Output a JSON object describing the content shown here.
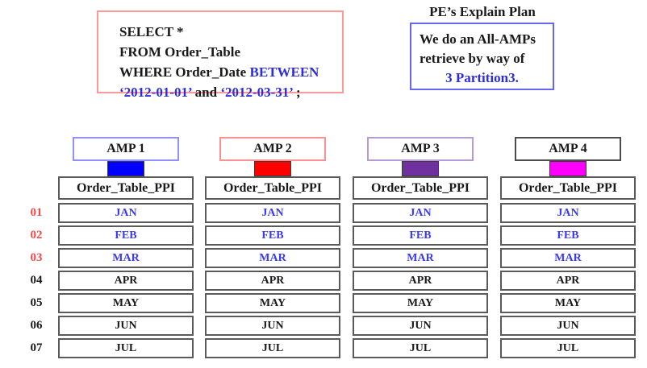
{
  "colors": {
    "blue_text": "#2d2de0",
    "month_blue": "#3a3aee",
    "row_red": "#f24a4a",
    "black_text": "#1a1a1a",
    "sql_box_border": "#ff9898",
    "pe_box_border": "#6666f5",
    "table_border": "#5a5a5a"
  },
  "sql_box": {
    "line1": "SELECT *",
    "line2": "FROM Order_Table",
    "line3_text": "WHERE Order_Date ",
    "line3_keyword": "BETWEEN",
    "line4_date1": "‘2012-01-01’",
    "line4_and": " and ",
    "line4_date2": "‘2012-03-31’",
    "line4_end": " ;"
  },
  "explain_plan": {
    "title": "PE’s Explain Plan",
    "line1": "We do an All-AMPs",
    "line2": "retrieve by way of",
    "line3": "3 Partition3."
  },
  "row_numbers": [
    {
      "label": "01",
      "color": "#f24a4a"
    },
    {
      "label": "02",
      "color": "#f24a4a"
    },
    {
      "label": "03",
      "color": "#f24a4a"
    },
    {
      "label": "04",
      "color": "#1a1a1a"
    },
    {
      "label": "05",
      "color": "#1a1a1a"
    },
    {
      "label": "06",
      "color": "#1a1a1a"
    },
    {
      "label": "07",
      "color": "#1a1a1a"
    }
  ],
  "amps": [
    {
      "name": "AMP 1",
      "border": "#9090ff",
      "connector": "#0000ff"
    },
    {
      "name": "AMP 2",
      "border": "#ff9090",
      "connector": "#ff0000"
    },
    {
      "name": "AMP 3",
      "border": "#b799d3",
      "connector": "#7030a0"
    },
    {
      "name": "AMP 4",
      "border": "#4d4d4d",
      "connector": "#ff00ff"
    }
  ],
  "table": {
    "header": "Order_Table_PPI",
    "rows": [
      {
        "label": "JAN",
        "color": "#3a3aee"
      },
      {
        "label": "FEB",
        "color": "#3a3aee"
      },
      {
        "label": "MAR",
        "color": "#3a3aee"
      },
      {
        "label": "APR",
        "color": "#1a1a1a"
      },
      {
        "label": "MAY",
        "color": "#1a1a1a"
      },
      {
        "label": "JUN",
        "color": "#1a1a1a"
      },
      {
        "label": "JUL",
        "color": "#1a1a1a"
      }
    ]
  }
}
